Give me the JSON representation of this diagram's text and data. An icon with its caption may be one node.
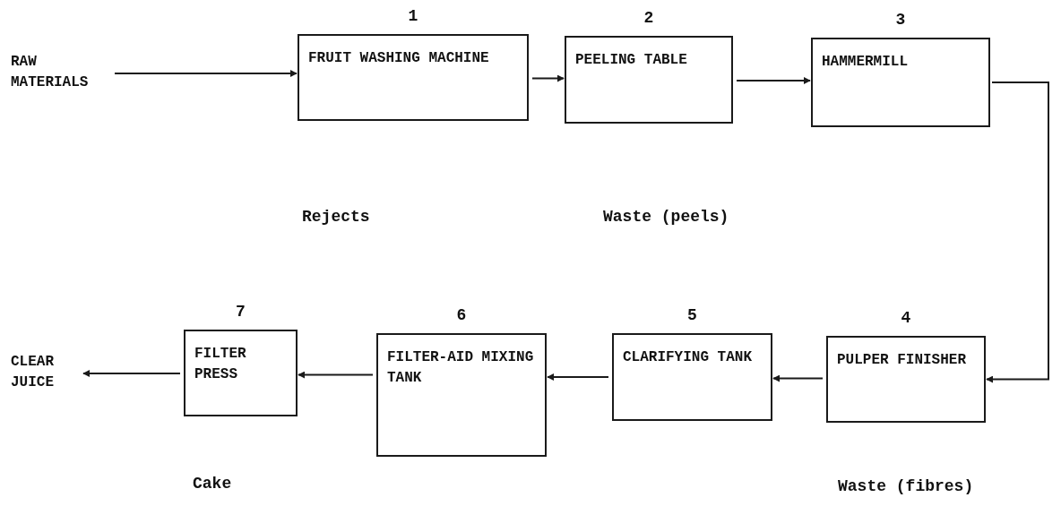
{
  "diagram": {
    "nodes": [
      {
        "text": [
          "RAW MATERIALS"
        ]
      },
      {
        "text": [
          "FRUIT WASHING MACHINE"
        ],
        "beside": [
          "1"
        ]
      },
      {
        "text": [
          "PEELING TABLE"
        ],
        "beside": [
          "2"
        ]
      },
      {
        "text": [
          "HAMMERMILL"
        ],
        "beside": [
          "3"
        ]
      },
      {
        "text": [
          "PULPER FINISHER"
        ],
        "beside": [
          "4"
        ]
      },
      {
        "text": [
          "CLARIFYING TANK"
        ],
        "beside": [
          "5"
        ]
      },
      {
        "text": [
          "FILTER-AID MIXING TANK"
        ],
        "beside": [
          "6"
        ]
      },
      {
        "text": [
          "FILTER PRESS"
        ],
        "beside": [
          "7"
        ]
      },
      {
        "text": [
          "CLEAR JUICE"
        ]
      }
    ],
    "edges": [
      {
        "from": 0,
        "to": 1,
        "arrow": "to"
      },
      {
        "from": 1,
        "to": 2,
        "arrow": "to"
      },
      {
        "from": 2,
        "to": 3,
        "arrow": "to"
      },
      {
        "from": 3,
        "to": 4,
        "arrow": "to"
      },
      {
        "from": 4,
        "to": 5,
        "arrow": "to"
      },
      {
        "from": 5,
        "to": 6,
        "arrow": "to"
      },
      {
        "from": 6,
        "to": 7,
        "arrow": "to"
      },
      {
        "from": 7,
        "to": 8,
        "arrow": "to"
      }
    ],
    "labels": [
      "Rejects",
      "Waste (peels)",
      "Cake",
      "Waste (fibres)"
    ]
  }
}
